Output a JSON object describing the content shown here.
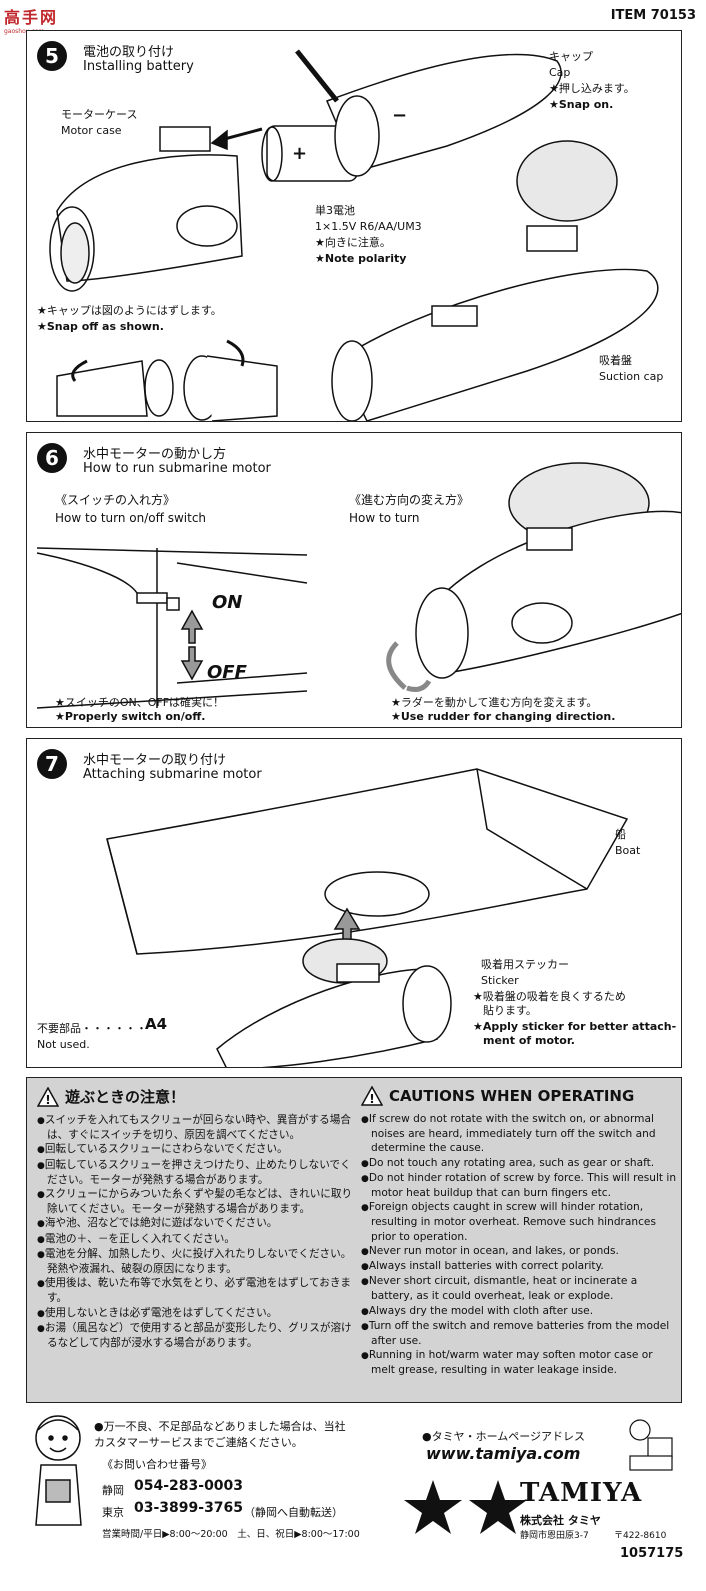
{
  "header": {
    "logo_text": "高手网",
    "logo_url": "gaoshou.com",
    "item": "ITEM 70153"
  },
  "step5": {
    "num": "5",
    "title_jp": "電池の取り付け",
    "title_en": "Installing battery",
    "motor_case_jp": "モーターケース",
    "motor_case_en": "Motor case",
    "cap_jp": "キャップ",
    "cap_en": "Cap",
    "snap_jp": "★押し込みます。",
    "snap_en": "★Snap on.",
    "battery_jp": "単3電池",
    "battery_spec": "1×1.5V R6/AA/UM3",
    "polarity_jp": "★向きに注意。",
    "polarity_en": "★Note polarity",
    "snapoff_jp": "★キャップは図のようにはずします。",
    "snapoff_en": "★Snap off as shown.",
    "suction_jp": "吸着盤",
    "suction_en": "Suction cap"
  },
  "step6": {
    "num": "6",
    "title_jp": "水中モーターの動かし方",
    "title_en": "How to run submarine motor",
    "switch_jp": "《スイッチの入れ方》",
    "switch_en": "How to turn on/off switch",
    "turn_jp": "《進む方向の変え方》",
    "turn_en": "How to turn",
    "on": "ON",
    "off": "OFF",
    "switch_note_jp": "★スイッチのON、OFFは確実に！",
    "switch_note_en": "★Properly switch on/off.",
    "rudder_jp": "★ラダーを動かして進む方向を変えます。",
    "rudder_en": "★Use rudder for changing direction."
  },
  "step7": {
    "num": "7",
    "title_jp": "水中モーターの取り付け",
    "title_en": "Attaching submarine motor",
    "boat_jp": "船",
    "boat_en": "Boat",
    "sticker_jp": "吸着用ステッカー",
    "sticker_en": "Sticker",
    "sticker_note_jp1": "★吸着盤の吸着を良くするため",
    "sticker_note_jp2": "貼ります。",
    "sticker_note_en1": "★Apply sticker for better attach-",
    "sticker_note_en2": "ment of motor.",
    "unused_jp": "不要部品・・・・・・",
    "unused_part": "A4",
    "unused_en": "Not used."
  },
  "cautions": {
    "title_jp": "遊ぶときの注意！",
    "title_en": "CAUTIONS WHEN OPERATING",
    "jp": [
      "スイッチを入れてもスクリューが回らない時や、異音がする場合は、すぐにスイッチを切り、原因を調べてください。",
      "回転しているスクリューにさわらないでください。",
      "回転しているスクリューを押さえつけたり、止めたりしないでください。モーターが発熱する場合があります。",
      "スクリューにからみついた糸くずや髪の毛などは、きれいに取り除いてください。モーターが発熱する場合があります。",
      "海や池、沼などでは絶対に遊ばないでください。",
      "電池の＋、－を正しく入れてください。",
      "電池を分解、加熱したり、火に投げ入れたりしないでください。発熱や液漏れ、破裂の原因になります。",
      "使用後は、乾いた布等で水気をとり、必ず電池をはずしておきます。",
      "使用しないときは必ず電池をはずしてください。",
      "お湯（風呂など）で使用すると部品が変形したり、グリスが溶けるなどして内部が浸水する場合があります。"
    ],
    "en": [
      "If screw do not rotate with the switch on, or abnormal noises are heard, immediately turn off the switch and determine the cause.",
      "Do not touch any rotating area, such as gear or shaft.",
      "Do not hinder rotation of screw by force. This will result in motor heat buildup that can burn fingers etc.",
      "Foreign objects caught in screw will hinder rotation, resulting in motor overheat. Remove such hindrances prior to operation.",
      "Never run motor in ocean, and lakes, or ponds.",
      "Always install batteries with correct polarity.",
      "Never short circuit, dismantle, heat or incinerate a battery, as it could overheat, leak or explode.",
      "Always dry the model with cloth after use.",
      "Turn off the switch and remove batteries from the model after use.",
      "Running in hot/warm water may soften motor case or melt grease, resulting in water leakage inside."
    ]
  },
  "footer": {
    "notice_jp1": "●万一不良、不足部品などありました場合は、当社",
    "notice_jp2": "カスタマーサービスまでご連絡ください。",
    "contact_label": "《お問い合わせ番号》",
    "shizuoka_label": "静岡",
    "shizuoka_tel": "054-283-0003",
    "tokyo_label": "東京",
    "tokyo_tel": "03-3899-3765",
    "tokyo_note": "（静岡へ自動転送）",
    "hours": "営業時間/平日▶8:00〜20:00　土、日、祝日▶8:00〜17:00",
    "homepage_label": "●タミヤ・ホームページアドレス",
    "homepage_url": "www.tamiya.com",
    "brand": "TAMIYA",
    "company_jp": "株式会社 タミヤ",
    "address": "静岡市恩田原3-7",
    "postal": "〒422-8610",
    "code": "1057175"
  }
}
